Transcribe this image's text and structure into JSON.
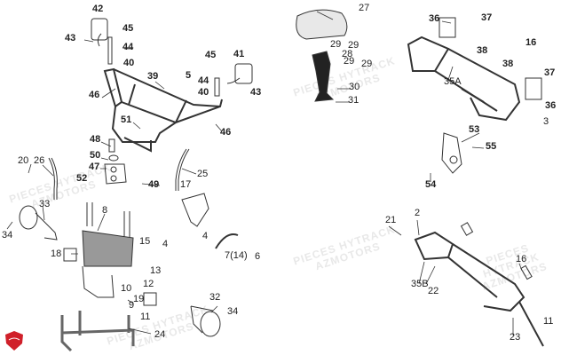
{
  "diagram": {
    "watermark": [
      "PIECES HYTRACK",
      "AZMOTORS"
    ],
    "labels": {
      "l42": "42",
      "l45a": "45",
      "l43a": "43",
      "l44a": "44",
      "l40a": "40",
      "l39": "39",
      "l5": "5",
      "l45b": "45",
      "l41": "41",
      "l44b": "44",
      "l40b": "40",
      "l43b": "43",
      "l46a": "46",
      "l46b": "46",
      "l51": "51",
      "l48": "48",
      "l50": "50",
      "l20": "20",
      "l26": "26",
      "l47": "47",
      "l52": "52",
      "l49": "49",
      "l25": "25",
      "l17": "17",
      "l27": "27",
      "l29a": "29",
      "l29b": "29",
      "l28": "28",
      "l29c": "29",
      "l29d": "29",
      "l30": "30",
      "l31": "31",
      "l36a": "36",
      "l37a": "37",
      "l38a": "38",
      "l16a": "16",
      "l38b": "38",
      "l37b": "37",
      "l35a": "35A",
      "l36b": "36",
      "l3": "3",
      "l53": "53",
      "l55": "55",
      "l54": "54",
      "l33": "33",
      "l8": "8",
      "l34a": "34",
      "l18": "18",
      "l15": "15",
      "l4a": "4",
      "l4b": "4",
      "l714": "7(14)",
      "l6": "6",
      "l13": "13",
      "l12": "12",
      "l10": "10",
      "l19": "19",
      "l9": "9",
      "l11a": "11",
      "l32": "32",
      "l34b": "34",
      "l24": "24",
      "l21": "21",
      "l2": "2",
      "l16b": "16",
      "l35b": "35B",
      "l22": "22",
      "l23": "23",
      "l11b": "11"
    },
    "colors": {
      "line": "#333333",
      "logo": "#d0202a"
    }
  }
}
